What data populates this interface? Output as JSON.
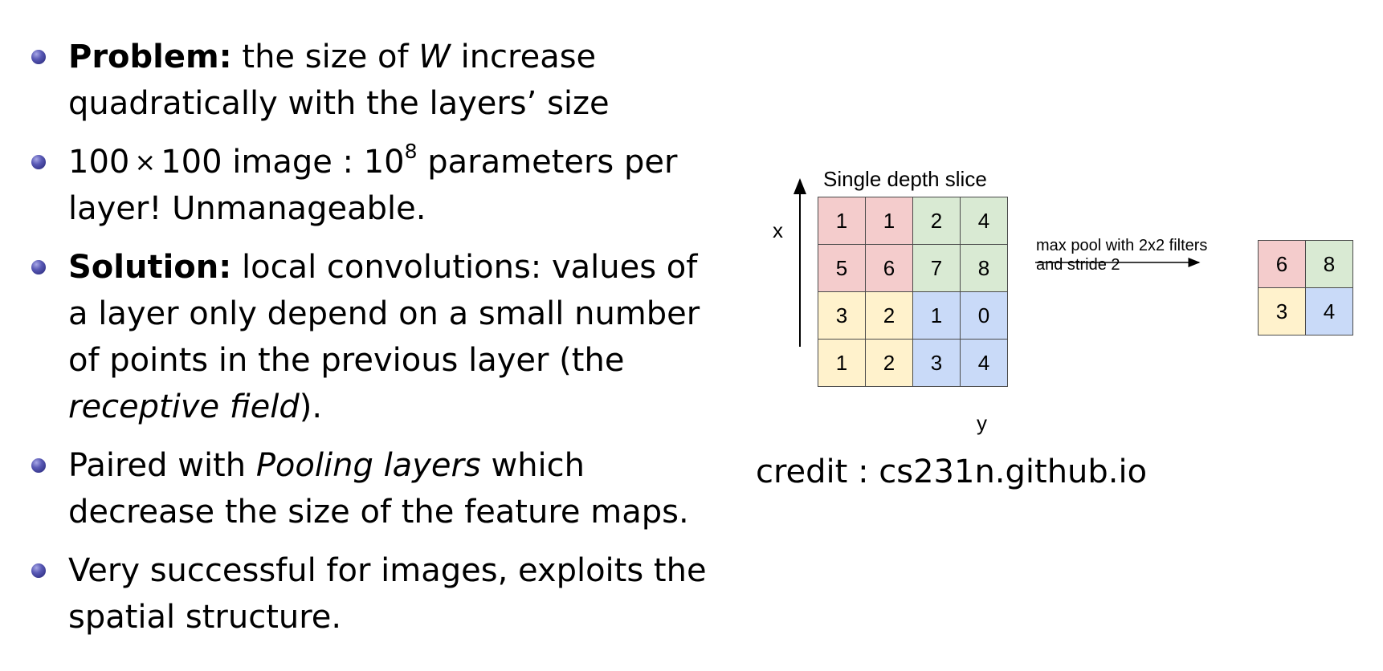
{
  "bullets": [
    {
      "bold": "Problem:",
      "line1_a": " the size of ",
      "line1_italic": "W",
      "line1_b": " increase",
      "line2": "quadratically with the layers’ size"
    },
    {
      "line1_a": "100",
      "times": "×",
      "line1_b": "100 image : 10",
      "exponent": "8",
      "line1_c": " parameters per",
      "line2": "layer! Unmanageable."
    },
    {
      "bold": "Solution:",
      "line1": " local convolutions: values of",
      "line2": "a layer only depend on a small number",
      "line3": "of points in the previous layer (the",
      "line4_italic": "receptive field",
      "line4_rest": ")."
    },
    {
      "line1_a": "Paired with ",
      "line1_italic": "Pooling layers",
      "line1_b": " which",
      "line2": "decrease the size of the feature maps."
    },
    {
      "line1": "Very successful for images, exploits the",
      "line2": "spatial structure."
    }
  ],
  "figure": {
    "title": "Single depth slice",
    "axis_x": "x",
    "axis_y": "y",
    "input_grid": [
      [
        "1",
        "1",
        "2",
        "4"
      ],
      [
        "5",
        "6",
        "7",
        "8"
      ],
      [
        "3",
        "2",
        "1",
        "0"
      ],
      [
        "1",
        "2",
        "3",
        "4"
      ]
    ],
    "pool_label_line1": "max pool with 2x2 filters",
    "pool_label_line2": "and stride 2",
    "output_grid": [
      [
        "6",
        "8"
      ],
      [
        "3",
        "4"
      ]
    ],
    "colors": {
      "red": "#f4cccc",
      "green": "#d9ead3",
      "yellow": "#fff2cc",
      "blue": "#c9daf8"
    }
  },
  "credit": "credit : cs231n.github.io"
}
